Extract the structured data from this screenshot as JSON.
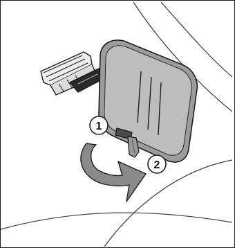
{
  "diagram": {
    "callouts": [
      {
        "id": "1",
        "label": "1"
      },
      {
        "id": "2",
        "label": "2"
      }
    ],
    "colors": {
      "outline": "#1c1c1c",
      "mirror_face": "#b8b8b8",
      "mirror_rim": "#8f8f8f",
      "mount": "#e6e6e6",
      "arrow_fill": "#8a8a8a",
      "background": "#ffffff"
    }
  }
}
